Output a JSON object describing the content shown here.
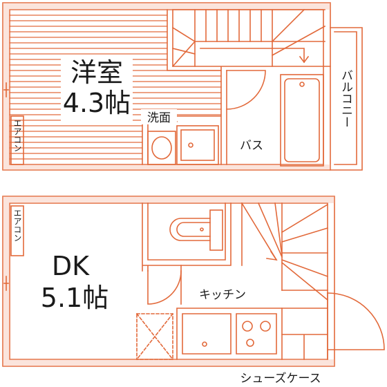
{
  "colors": {
    "wall": "#e2693a",
    "wall_fill": "#f3b39a",
    "line": "#e2693a",
    "bg": "#ffffff",
    "text": "#1a1a1a"
  },
  "labels": {
    "western_room_name": "洋室",
    "western_room_size": "4.3帖",
    "dk_name": "DK",
    "dk_size": "5.1帖",
    "washroom": "洗面",
    "bath": "バス",
    "balcony": "バルコニー",
    "aircon_upper": "エアコン",
    "aircon_lower": "エアコン",
    "kitchen": "キッチン",
    "shoe_case": "シューズケース"
  }
}
